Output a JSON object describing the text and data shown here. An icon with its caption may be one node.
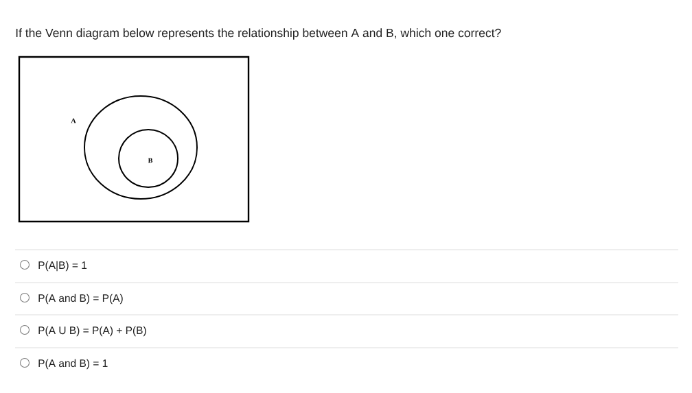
{
  "diagram": {
    "title": "If the Venn diagram below represents the relationship between A and B, which one correct?",
    "nodes": [
      {
        "text": [],
        "shape": "box"
      },
      {
        "text": [
          "A"
        ],
        "in": 0
      },
      {
        "text": [
          "B"
        ],
        "in": 1
      }
    ],
    "labels": [
      "P(A|B) = 1",
      "P(A and B) = P(A)",
      "P(A U B) = P(A) + P(B)",
      "P(A and B) = 1"
    ]
  }
}
